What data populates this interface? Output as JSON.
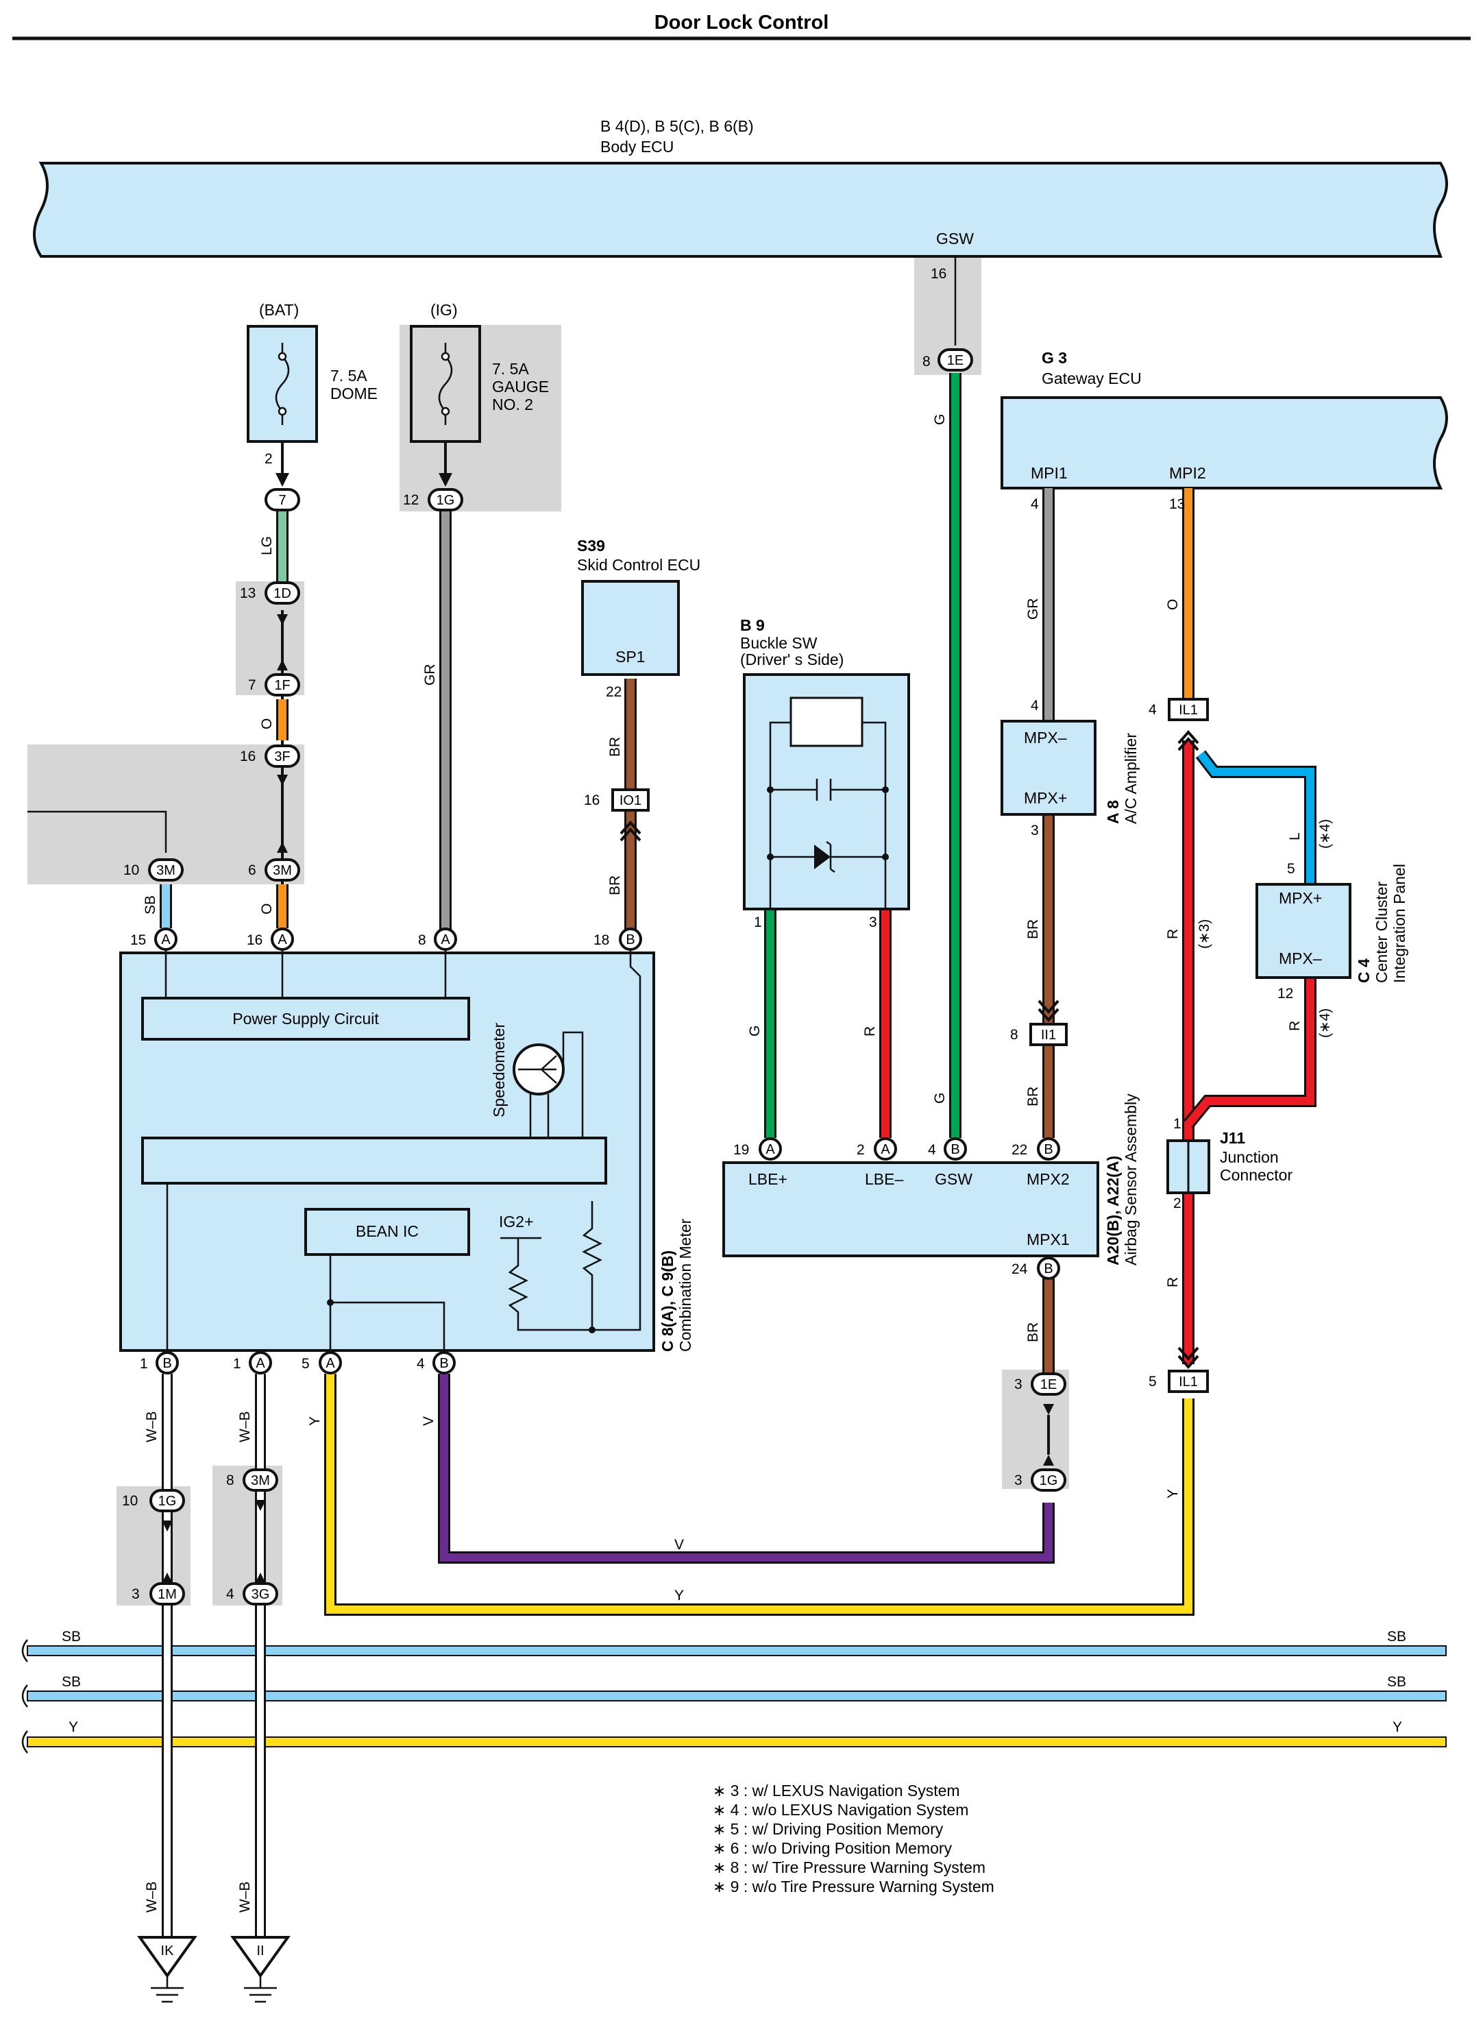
{
  "title": "Door Lock Control",
  "components": {
    "body_ecu": {
      "code": "B 4(D), B 5(C), B 6(B)",
      "name": "Body ECU",
      "pin_gsw": "GSW"
    },
    "gateway_ecu": {
      "code": "G 3",
      "name": "Gateway ECU",
      "pin_mpi1": "MPI1",
      "pin_mpi2": "MPI2"
    },
    "skid_ecu": {
      "code": "S39",
      "name": "Skid Control ECU",
      "pin": "SP1"
    },
    "buckle_sw": {
      "code": "B 9",
      "name": "Buckle SW",
      "name2": "(Driver' s Side)"
    },
    "ac_amp": {
      "code": "A 8",
      "name": "A/C Amplifier",
      "pin_top": "MPX–",
      "pin_bot": "MPX+"
    },
    "cluster_panel": {
      "code": "C 4",
      "name1": "Center Cluster",
      "name2": "Integration Panel",
      "pin_top": "MPX+",
      "pin_bot": "MPX–"
    },
    "junction": {
      "code": "J11",
      "name1": "Junction",
      "name2": "Connector"
    },
    "airbag": {
      "code": "A20(B), A22(A)",
      "name": "Airbag Sensor Assembly",
      "pins": [
        "LBE+",
        "LBE–",
        "GSW",
        "MPX2",
        "MPX1"
      ]
    },
    "meter": {
      "code": "C 8(A), C 9(B)",
      "name": "Combination Meter",
      "power": "Power Supply Circuit",
      "bean": "BEAN IC",
      "speedo": "Speedometer",
      "ig2": "IG2+"
    }
  },
  "fuses": {
    "dome": {
      "source": "(BAT)",
      "rating": "7. 5A",
      "name": "DOME"
    },
    "gauge": {
      "source": "(IG)",
      "rating": "7. 5A",
      "name1": "GAUGE",
      "name2": "NO. 2"
    }
  },
  "wire_colors": {
    "LG": "#7fc8a0",
    "GR": "#9a9a9a",
    "O": "#f7941d",
    "SB": "#8fd3f4",
    "BR": "#9b5631",
    "G": "#00a651",
    "R": "#ed1c24",
    "V": "#6a2c91",
    "Y": "#ffde17",
    "L": "#00aeef",
    "W-B": "#ffffff"
  },
  "wire_labels": {
    "lg": "LG",
    "o": "O",
    "sb": "SB",
    "gr": "GR",
    "br": "BR",
    "g": "G",
    "r": "R",
    "v": "V",
    "y": "Y",
    "l": "L",
    "wb": "W–B",
    "star3": "(∗3)",
    "star4": "(∗4)"
  },
  "connectors": {
    "c_1e": "1E",
    "c_7": "7",
    "c_1g": "1G",
    "c_1d": "1D",
    "c_1f": "1F",
    "c_3f": "3F",
    "c_3m": "3M",
    "c_io1": "IO1",
    "c_il1": "IL1",
    "c_ii1": "II1",
    "c_1m": "1M",
    "c_3g": "3G",
    "pin_a": "A",
    "pin_b": "B",
    "ik": "IK",
    "ii": "II"
  },
  "pins": {
    "p16": "16",
    "p8": "8",
    "p2": "2",
    "p12": "12",
    "p13": "13",
    "p7": "7",
    "p6": "6",
    "p10": "10",
    "p15": "15",
    "p22": "22",
    "p18": "18",
    "p4": "4",
    "p3": "3",
    "p1": "1",
    "p5": "5",
    "p19": "19",
    "p24": "24"
  },
  "buses": [
    {
      "left": "SB",
      "right": "SB"
    },
    {
      "left": "SB",
      "right": "SB"
    },
    {
      "left": "Y",
      "right": "Y"
    }
  ],
  "notes": [
    "∗ 3 : w/ LEXUS Navigation System",
    "∗ 4 : w/o LEXUS Navigation System",
    "∗ 5 : w/ Driving Position Memory",
    "∗ 6 : w/o Driving Position Memory",
    "∗ 8 : w/ Tire Pressure Warning System",
    "∗ 9 : w/o Tire Pressure Warning System"
  ]
}
